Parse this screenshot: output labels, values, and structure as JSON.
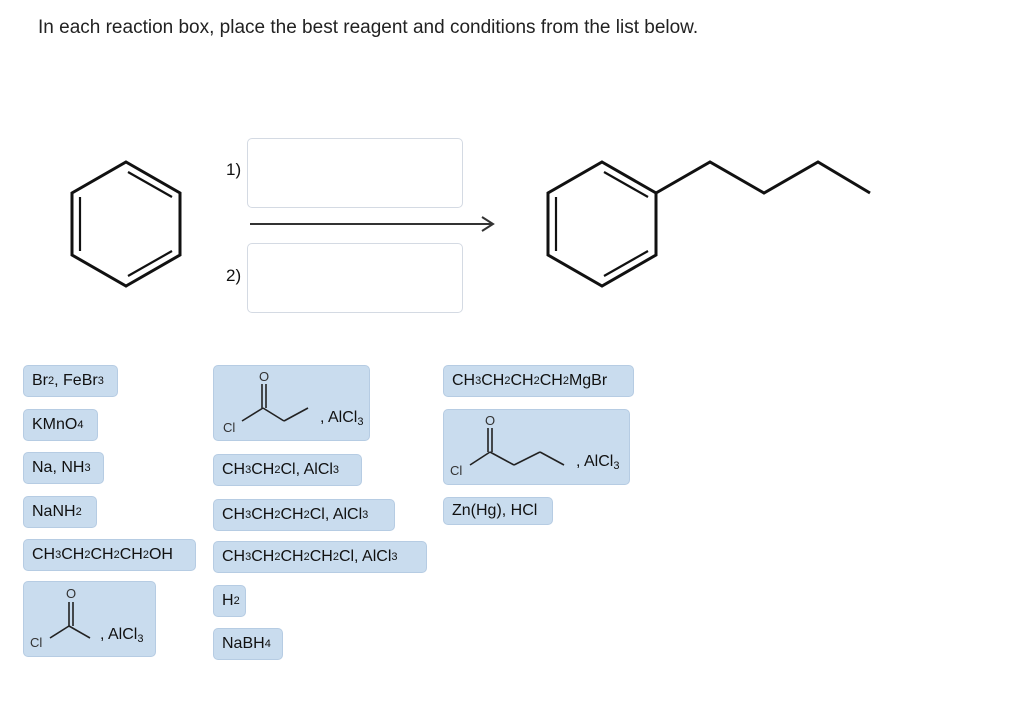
{
  "instruction": "In each reaction box, place the best reagent and conditions from the list below.",
  "reaction": {
    "step1_label": "1)",
    "step2_label": "2)"
  },
  "reagents": {
    "br2": {
      "main": "Br",
      "s1": "2",
      "mid": ", FeBr",
      "s2": "3"
    },
    "kmno4": {
      "main": "KMnO",
      "s1": "4"
    },
    "na_nh3": {
      "main": "Na, NH",
      "s1": "3"
    },
    "nanh2": {
      "main": "NaNH",
      "s1": "2"
    },
    "butanol": {
      "a": "CH",
      "s1": "3",
      "b": "CH",
      "s2": "2",
      "c": "CH",
      "s3": "2",
      "d": "CH",
      "s4": "2",
      "e": "OH"
    },
    "acyl2_alcl3": {
      "cl": "Cl",
      "o": "O",
      "reag": ", AlCl",
      "s1": "3"
    },
    "acyl3_alcl3": {
      "cl": "Cl",
      "o": "O",
      "reag": ", AlCl",
      "s1": "3"
    },
    "etcl": {
      "a": "CH",
      "s1": "3",
      "b": "CH",
      "s2": "2",
      "c": "Cl, AlCl",
      "s3": "3"
    },
    "prcl": {
      "a": "CH",
      "s1": "3",
      "b": "CH",
      "s2": "2",
      "c": "CH",
      "s3": "2",
      "d": "Cl, AlCl",
      "s4": "3"
    },
    "bucl": {
      "a": "CH",
      "s1": "3",
      "b": "CH",
      "s2": "2",
      "c": "CH",
      "s3": "2",
      "d": "CH",
      "s4": "2",
      "e": "Cl, AlCl",
      "s5": "3"
    },
    "h2": {
      "main": "H",
      "s1": "2"
    },
    "nabh4": {
      "main": "NaBH",
      "s1": "4"
    },
    "grignard": {
      "a": "CH",
      "s1": "3",
      "b": "CH",
      "s2": "2",
      "c": "CH",
      "s3": "2",
      "d": "CH",
      "s4": "2",
      "e": "MgBr"
    },
    "acyl4_alcl3": {
      "cl": "Cl",
      "o": "O",
      "reag": ", AlCl",
      "s1": "3"
    },
    "zn_hg": {
      "main": "Zn(Hg), HCl"
    }
  }
}
